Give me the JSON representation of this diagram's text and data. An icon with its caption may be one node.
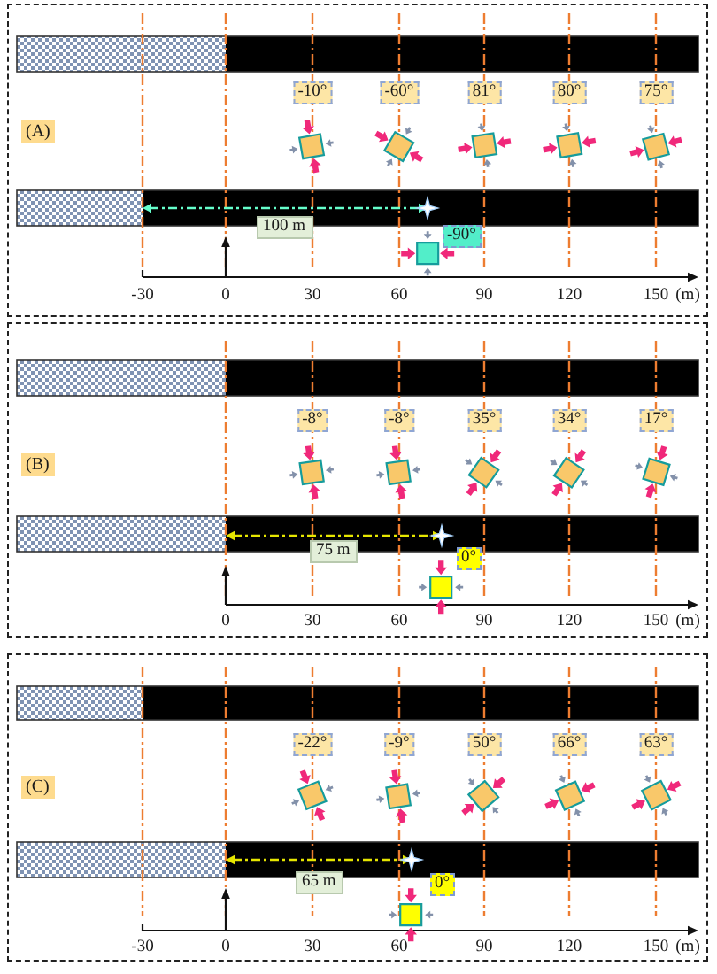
{
  "diagram": {
    "nodes": [
      {
        "text": [
          "(A)"
        ]
      },
      {
        "text": [
          "-10°"
        ],
        "in": 0
      },
      {
        "text": [
          "-60°"
        ],
        "in": 0
      },
      {
        "text": [
          "81°"
        ],
        "in": 0
      },
      {
        "text": [
          "80°"
        ],
        "in": 0
      },
      {
        "text": [
          "75°"
        ],
        "in": 0
      },
      {
        "text": [
          "100 m"
        ],
        "in": 0
      },
      {
        "text": [
          "-90°"
        ],
        "in": 0
      },
      {
        "text": [
          "(B)"
        ]
      },
      {
        "text": [
          "-8°"
        ],
        "in": 8
      },
      {
        "text": [
          "-8°"
        ],
        "in": 8
      },
      {
        "text": [
          "35°"
        ],
        "in": 8
      },
      {
        "text": [
          "34°"
        ],
        "in": 8
      },
      {
        "text": [
          "17°"
        ],
        "in": 8
      },
      {
        "text": [
          "75 m"
        ],
        "in": 8
      },
      {
        "text": [
          "0°"
        ],
        "in": 8
      },
      {
        "text": [
          "(C)"
        ]
      },
      {
        "text": [
          "-22°"
        ],
        "in": 16
      },
      {
        "text": [
          "-9°"
        ],
        "in": 16
      },
      {
        "text": [
          "50°"
        ],
        "in": 16
      },
      {
        "text": [
          "66°"
        ],
        "in": 16
      },
      {
        "text": [
          "63°"
        ],
        "in": 16
      },
      {
        "text": [
          "65 m"
        ],
        "in": 16
      },
      {
        "text": [
          "0°"
        ],
        "in": 16
      }
    ],
    "labels": [
      "-30",
      "0",
      "30",
      "60",
      "90",
      "120",
      "150",
      "(m)",
      "0",
      "30",
      "60",
      "90",
      "120",
      "150",
      "(m)",
      "-30",
      "0",
      "30",
      "60",
      "90",
      "120",
      "150",
      "(m)"
    ]
  }
}
